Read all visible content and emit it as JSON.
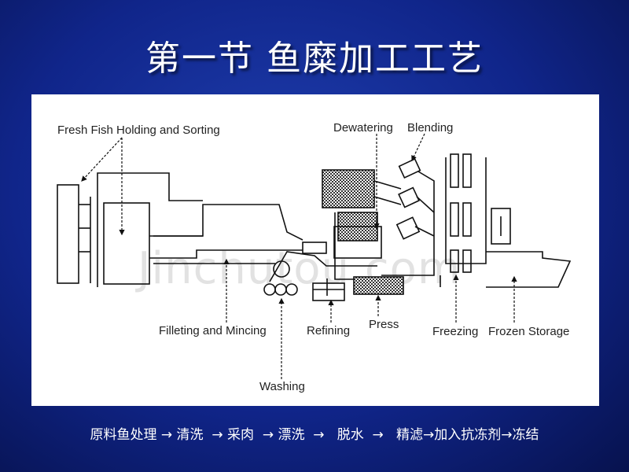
{
  "slide": {
    "title": "第一节  鱼糜加工工艺",
    "process_flow": "原料鱼处理 → 清洗  → 采肉  → 漂洗  →   脱水  →   精滤→加入抗冻剂→冻结"
  },
  "diagram": {
    "labels": {
      "fresh_fish": "Fresh Fish Holding and Sorting",
      "dewatering": "Dewatering",
      "blending": "Blending",
      "filleting": "Filleting and Mincing",
      "washing": "Washing",
      "refining": "Refining",
      "press": "Press",
      "freezing": "Freezing",
      "frozen_storage": "Frozen Storage"
    },
    "watermark": "Jinchutou.com"
  }
}
